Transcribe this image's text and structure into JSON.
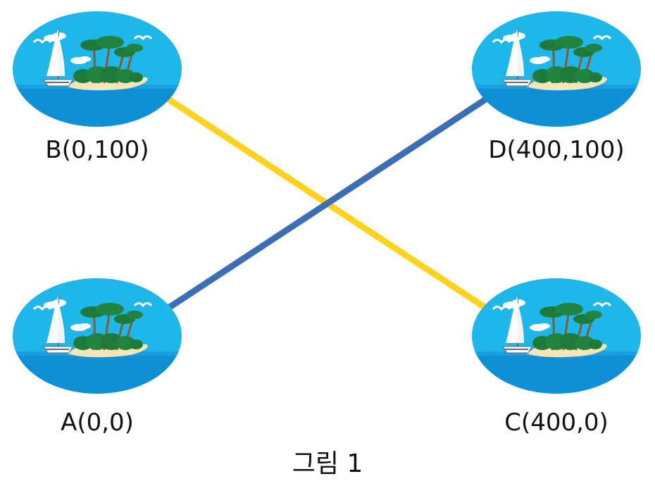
{
  "colors": {
    "line_bc": "#FFD21F",
    "line_ad": "#3C6EB4",
    "sky": "#1FB6EA",
    "sea": "#0F8FD6",
    "sand": "#F4E6B8",
    "palm": "#1E7A3A",
    "text": "#111111"
  },
  "nodes": {
    "A": {
      "label": "A(0,0)",
      "icon": "island-sailboat-icon"
    },
    "B": {
      "label": "B(0,100)",
      "icon": "island-sailboat-icon"
    },
    "C": {
      "label": "C(400,0)",
      "icon": "island-sailboat-icon"
    },
    "D": {
      "label": "D(400,100)",
      "icon": "island-sailboat-icon"
    }
  },
  "edges": [
    {
      "from": "B",
      "to": "C",
      "color": "#FFD21F"
    },
    {
      "from": "A",
      "to": "D",
      "color": "#3C6EB4"
    }
  ],
  "caption": "그림 1"
}
